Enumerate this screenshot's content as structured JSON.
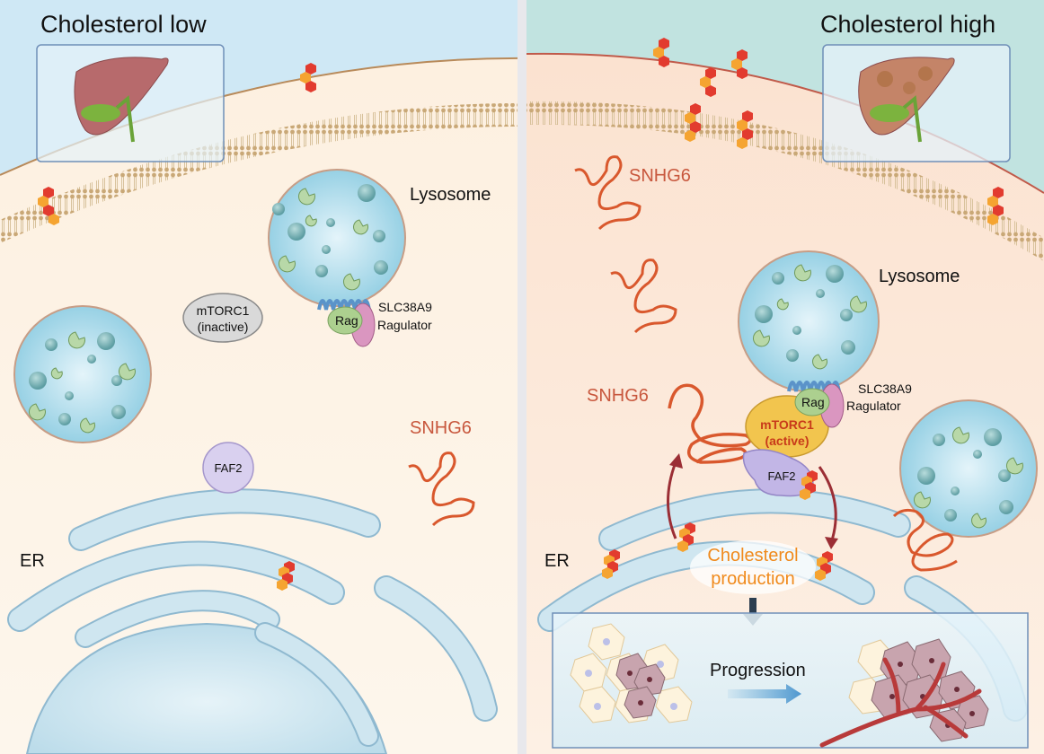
{
  "left_panel": {
    "title": "Cholesterol low",
    "lysosome_label": "Lysosome",
    "mtorc1_line1": "mTORC1",
    "mtorc1_line2": "(inactive)",
    "rag_label": "Rag",
    "slc_label": "SLC38A9",
    "ragulator_label": "Ragulator",
    "snhg6_label": "SNHG6",
    "faf2_label": "FAF2",
    "er_label": "ER"
  },
  "right_panel": {
    "title": "Cholesterol high",
    "snhg6_top_label": "SNHG6",
    "lysosome_label": "Lysosome",
    "rag_label": "Rag",
    "slc_label": "SLC38A9",
    "ragulator_label": "Ragulator",
    "snhg6_mid_label": "SNHG6",
    "mtorc1_line1": "mTORC1",
    "mtorc1_line2": "(active)",
    "faf2_label": "FAF2",
    "er_label": "ER",
    "production_line1": "Cholesterol",
    "production_line2": "production",
    "progression_label": "Progression"
  },
  "colors": {
    "sky_left": "#cfe8f5",
    "sky_right": "#bfe3e0",
    "cytoplasm_left": "#fdf1e2",
    "cytoplasm_right": "#fbe6d6",
    "membrane_head": "#c9a877",
    "lysosome": "#a9d9e8",
    "snhg6": "#d9582d",
    "cholesterol_red": "#e23b2f",
    "cholesterol_orange": "#f5a431",
    "er_fill": "#cfe6f0",
    "er_stroke": "#8fb9d0",
    "faf2": "#c9bfe6",
    "mtorc1_active": "#f2c54e",
    "rag": "#a8cf8c",
    "ragulator": "#d89ac0",
    "arrow": "#9b2e35"
  }
}
